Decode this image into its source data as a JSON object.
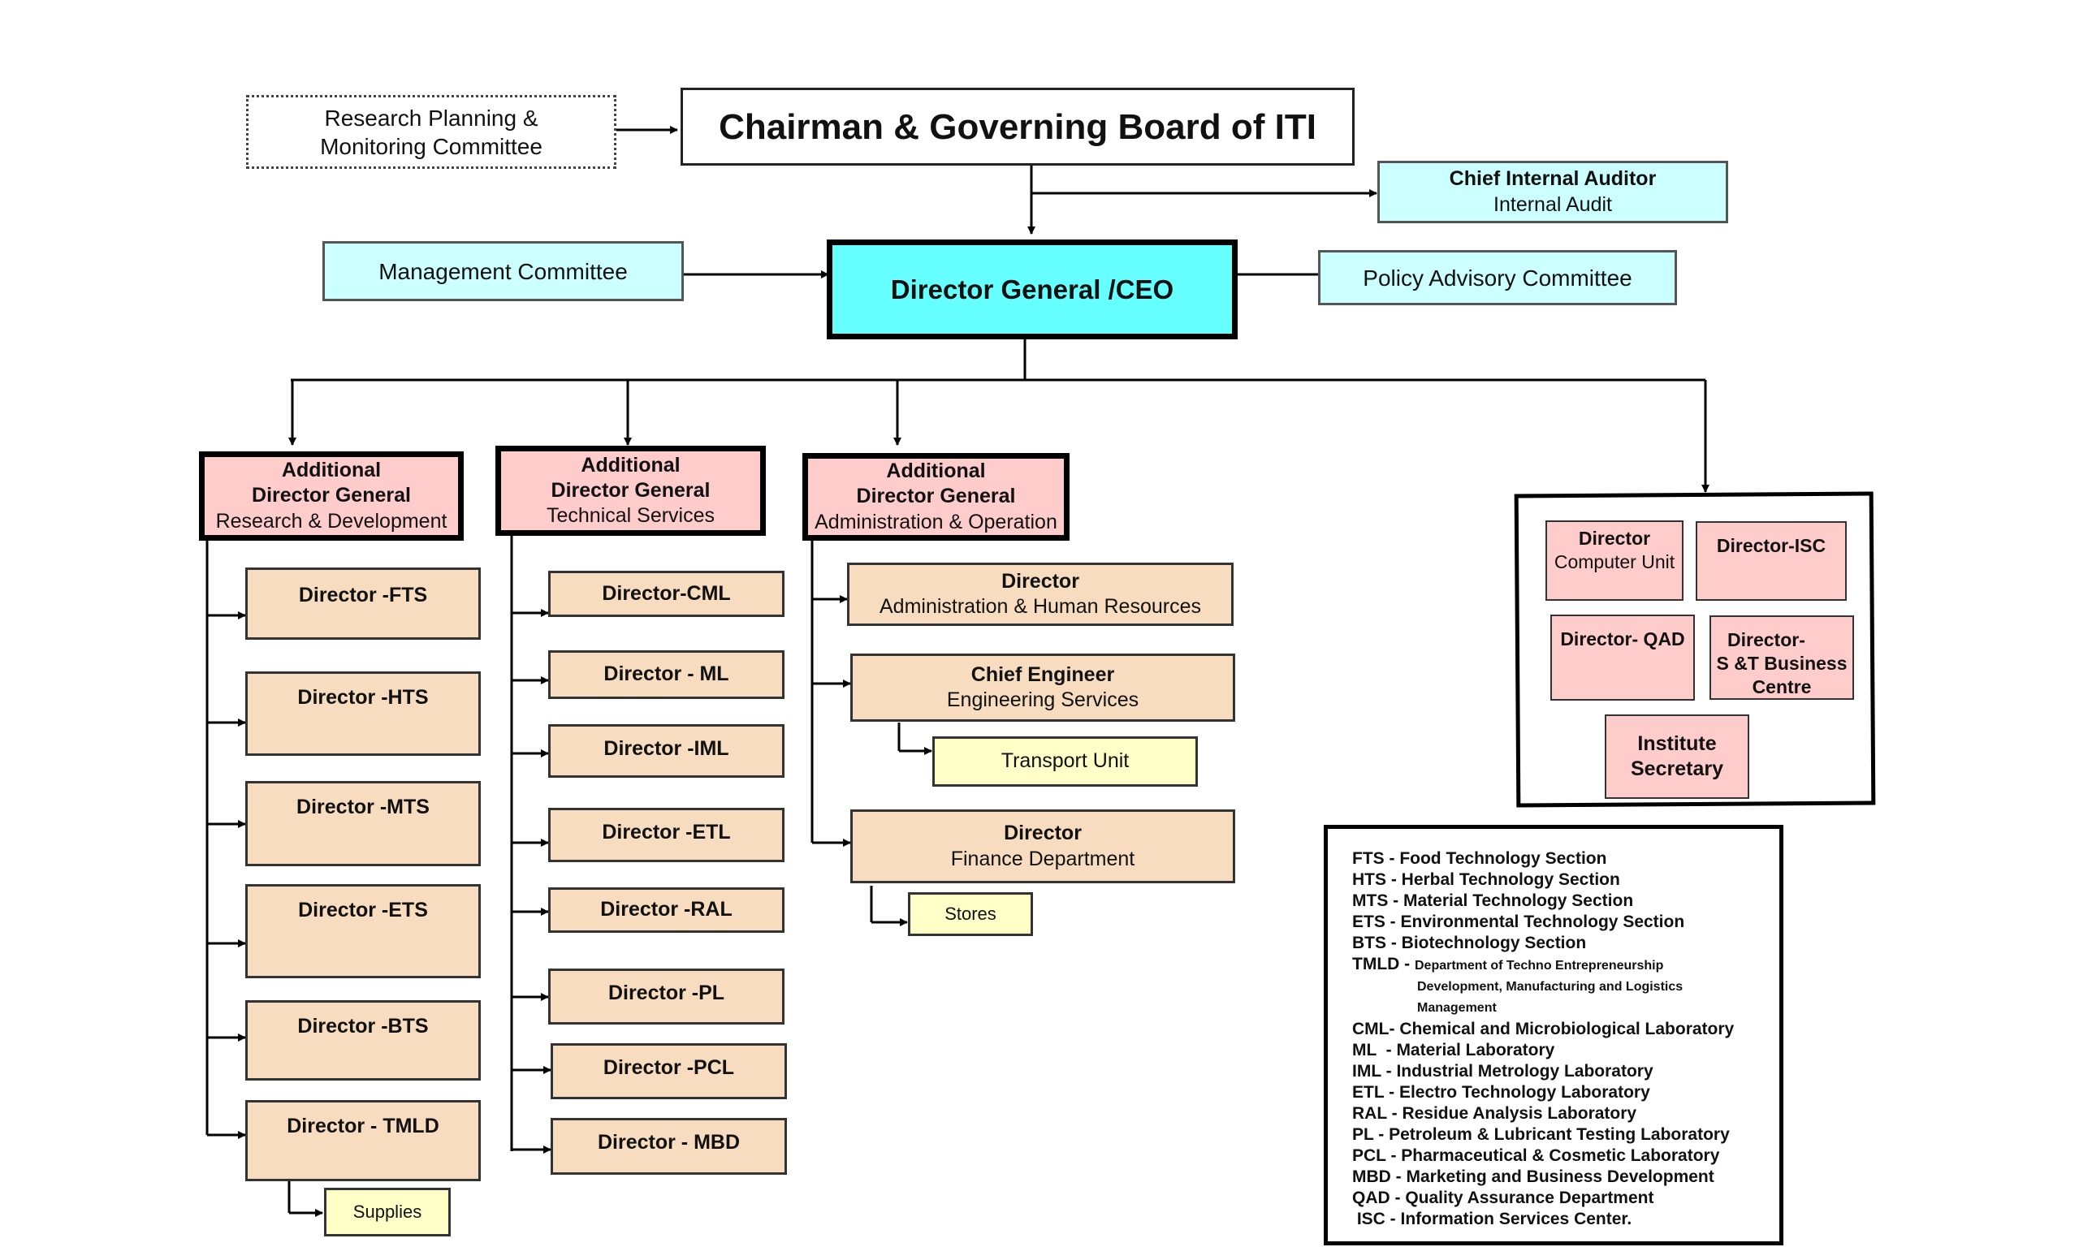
{
  "top": {
    "chairman": "Chairman & Governing Board of ITI",
    "research_committee": "Research Planning & Monitoring Committee",
    "chief_auditor_title": "Chief Internal Auditor",
    "chief_auditor_sub": "Internal Audit",
    "management_committee": "Management Committee",
    "policy_committee": "Policy Advisory Committee",
    "dg": "Director General /CEO"
  },
  "adg": {
    "rd_title": "Additional Director General",
    "rd_sub": "Research & Development",
    "ts_title": "Additional Director General",
    "ts_sub": "Technical Services",
    "ao_title": "Additional Director General",
    "ao_sub": "Administration & Operation"
  },
  "rd_units": [
    "Director -FTS",
    "Director -HTS",
    "Director -MTS",
    "Director -ETS",
    "Director -BTS",
    "Director - TMLD"
  ],
  "rd_supplies": "Supplies",
  "ts_units": [
    "Director-CML",
    "Director - ML",
    "Director -IML",
    "Director -ETL",
    "Director -RAL",
    "Director -PL",
    "Director -PCL",
    "Director - MBD"
  ],
  "ao": {
    "hr_title": "Director",
    "hr_sub": "Administration & Human Resources",
    "eng_title": "Chief Engineer",
    "eng_sub": "Engineering Services",
    "transport": "Transport Unit",
    "fin_title": "Director",
    "fin_sub": "Finance Department",
    "stores": "Stores"
  },
  "dg_units": {
    "computer_title": "Director",
    "computer_sub": "Computer Unit",
    "isc": "Director-ISC",
    "qad": "Director- QAD",
    "business_1": "Director-",
    "business_2": "S &T Business",
    "business_3": "Centre",
    "secretary_1": "Institute",
    "secretary_2": "Secretary"
  },
  "legend": [
    "FTS - Food Technology Section",
    "HTS - Herbal Technology Section",
    "MTS - Material Technology Section",
    "ETS - Environmental Technology Section",
    "BTS - Biotechnology Section",
    "CML- Chemical and Microbiological Laboratory",
    "ML  - Material Laboratory",
    "IML - Industrial Metrology Laboratory",
    "ETL - Electro Technology Laboratory",
    "RAL - Residue Analysis Laboratory",
    "PL - Petroleum & Lubricant Testing Laboratory",
    "PCL - Pharmaceutical & Cosmetic Laboratory",
    "MBD - Marketing and Business Development",
    "QAD - Quality Assurance Department",
    " ISC - Information Services Center."
  ],
  "legend_tmld_key": "TMLD - ",
  "legend_tmld_1": "Department of Techno Entrepreneurship",
  "legend_tmld_2": "Development, Manufacturing and Logistics",
  "legend_tmld_3": "Management"
}
